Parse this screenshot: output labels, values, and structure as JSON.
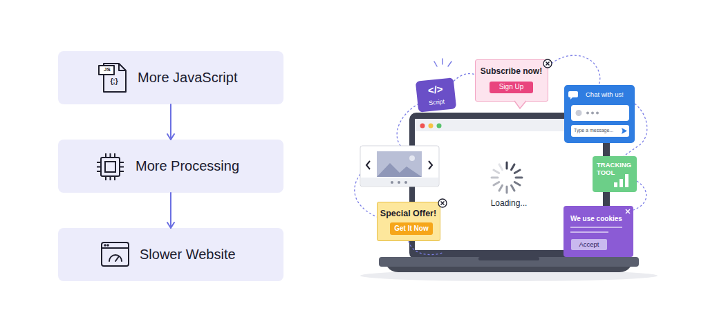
{
  "diagram": {
    "nodes": [
      {
        "text": [
          "More JavaScript"
        ]
      },
      {
        "text": [
          "More Processing"
        ]
      },
      {
        "text": [
          "Slower Website"
        ]
      },
      {
        "text": [
          "</>",
          "Script"
        ]
      },
      {
        "text": [
          "Subscribe now!"
        ]
      },
      {
        "text": [
          "Sign Up"
        ],
        "in": 4
      },
      {
        "text": [
          "Chat with us!"
        ]
      },
      {
        "text": [
          "Type a message..."
        ],
        "in": 6
      },
      {
        "text": [
          "Loading..."
        ]
      },
      {
        "text": [
          "TRACKING TOOL"
        ]
      },
      {
        "text": [
          "Special Offer!"
        ]
      },
      {
        "text": [
          "Get It Now"
        ],
        "in": 10
      },
      {
        "text": [
          "We use cookies"
        ]
      },
      {
        "text": [
          "Accept"
        ],
        "in": 12
      }
    ],
    "edges": [
      {
        "from": 0,
        "to": 1,
        "arrow": "to"
      },
      {
        "from": 1,
        "to": 2,
        "arrow": "to"
      }
    ],
    "labels": [
      "JS",
      "{;}"
    ]
  }
}
